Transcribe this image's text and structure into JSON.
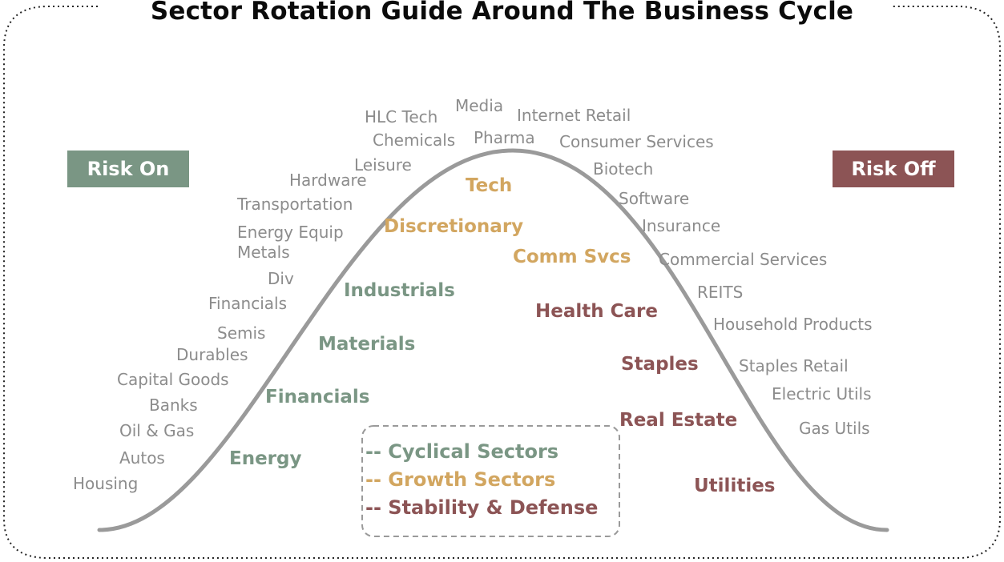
{
  "title": "Sector Rotation Guide Around The Business Cycle",
  "badges": {
    "risk_on": "Risk On",
    "risk_off": "Risk Off"
  },
  "colors": {
    "cyclical": "#7a9684",
    "growth": "#d2a660",
    "stability": "#8c5455",
    "subindustry": "#8c8c8c"
  },
  "sectors": {
    "energy": "Energy",
    "financials": "Financials",
    "materials": "Materials",
    "industrials": "Industrials",
    "discretionary": "Discretionary",
    "tech": "Tech",
    "comm_svcs": "Comm Svcs",
    "health_care": "Health Care",
    "staples": "Staples",
    "real_estate": "Real Estate",
    "utilities": "Utilities"
  },
  "subindustries": {
    "housing": "Housing",
    "autos": "Autos",
    "oil_gas": "Oil & Gas",
    "banks": "Banks",
    "capital_goods": "Capital Goods",
    "durables": "Durables",
    "semis": "Semis",
    "financials": "Financials",
    "div": "Div",
    "metals": "Metals",
    "energy_equip": "Energy Equip",
    "transportation": "Transportation",
    "hardware": "Hardware",
    "leisure": "Leisure",
    "chemicals": "Chemicals",
    "hlc_tech": "HLC Tech",
    "media": "Media",
    "pharma": "Pharma",
    "internet_retail": "Internet  Retail",
    "consumer_services": "Consumer  Services",
    "biotech": "Biotech",
    "software": "Software",
    "insurance": "Insurance",
    "commercial_services": "Commercial  Services",
    "reits": "REITS",
    "household_products": "Household  Products",
    "staples_retail": "Staples  Retail",
    "electric_utils": "Electric  Utils",
    "gas_utils": "Gas Utils"
  },
  "legend": {
    "cyclical": "-- Cyclical  Sectors",
    "growth": "-- Growth  Sectors",
    "stability": "-- Stability & Defense"
  }
}
